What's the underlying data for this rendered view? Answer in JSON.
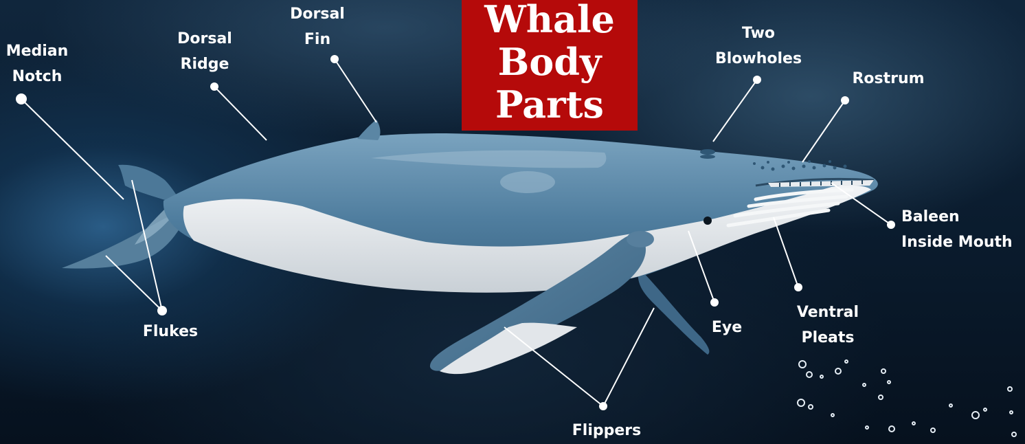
{
  "title": {
    "lines": [
      "Whale",
      "Body",
      "Parts"
    ]
  },
  "labels": {
    "median_notch": [
      "Median",
      "Notch"
    ],
    "dorsal_ridge": [
      "Dorsal",
      "Ridge"
    ],
    "dorsal_fin": [
      "Dorsal",
      "Fin"
    ],
    "two_blowholes": [
      "Two",
      "Blowholes"
    ],
    "rostrum": "Rostrum",
    "baleen": [
      "Baleen",
      "Inside Mouth"
    ],
    "flukes": "Flukes",
    "eye": "Eye",
    "ventral_pleats": [
      "Ventral",
      "Pleats"
    ],
    "flippers": "Flippers"
  },
  "colors": {
    "title_bg": "#b50a0a",
    "whale_back": "#5a87a6",
    "whale_belly": "#e6e9ec",
    "background": "#0a1b2d",
    "label_text": "#ffffff"
  }
}
